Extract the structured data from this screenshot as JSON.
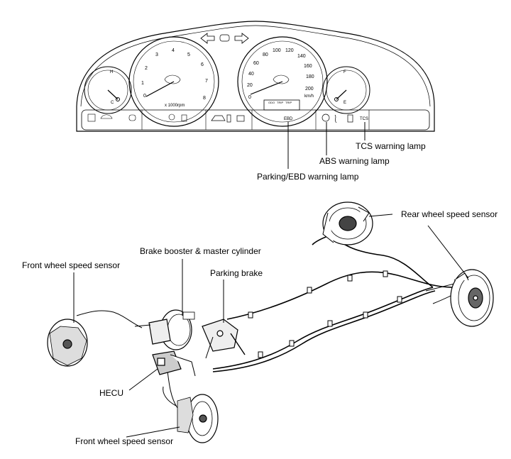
{
  "cluster": {
    "tach_ticks": [
      "0",
      "1",
      "2",
      "3",
      "4",
      "5",
      "6",
      "7",
      "8"
    ],
    "tach_unit": "x 1000rpm",
    "speed_ticks": [
      "0",
      "20",
      "40",
      "60",
      "80",
      "100",
      "120",
      "140",
      "160",
      "180",
      "200"
    ],
    "speed_unit": "km/h",
    "temp_hot": "H",
    "temp_cold": "C",
    "fuel_full": "F",
    "fuel_empty": "E",
    "tcs_text": "TCS",
    "ebd_text": "EBD",
    "odo_labels": [
      "ODO",
      "TRIP",
      "TRIP"
    ]
  },
  "labels": {
    "tcs_lamp": "TCS warning lamp",
    "abs_lamp": "ABS warning lamp",
    "parking_ebd_lamp": "Parking/EBD warning lamp",
    "rear_wheel_sensor": "Rear wheel speed sensor",
    "brake_booster": "Brake booster & master cylinder",
    "parking_brake": "Parking brake",
    "front_wheel_sensor_left": "Front wheel speed sensor",
    "hecu": "HECU",
    "front_wheel_sensor_bottom": "Front wheel speed sensor"
  }
}
